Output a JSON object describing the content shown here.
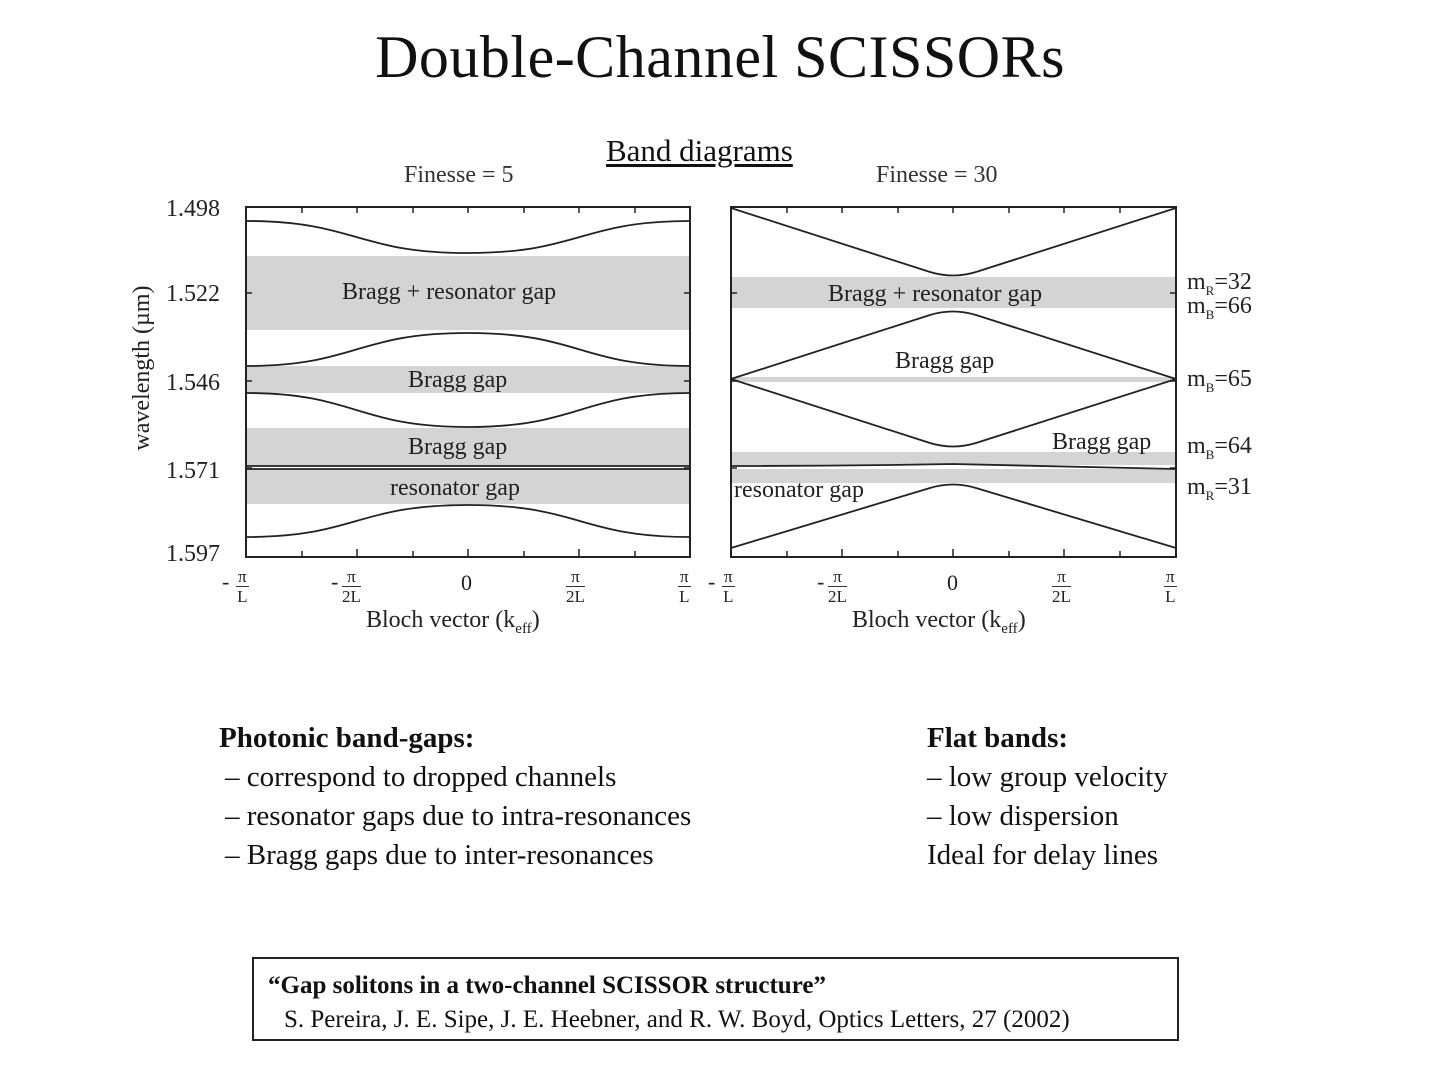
{
  "slide": {
    "title": "Double-Channel SCISSORs",
    "subtitle": "Band diagrams"
  },
  "panels": {
    "left": {
      "title": "Finesse = 5",
      "gap_labels": [
        "Bragg + resonator gap",
        "Bragg gap",
        "Bragg gap",
        "resonator gap"
      ]
    },
    "right": {
      "title": "Finesse = 30",
      "gap_labels": [
        "Bragg + resonator gap",
        "Bragg gap",
        "Bragg gap",
        "resonator gap"
      ],
      "m_labels": [
        {
          "base": "m",
          "sub": "R",
          "rest": "=32"
        },
        {
          "base": "m",
          "sub": "B",
          "rest": "=66"
        },
        {
          "base": "m",
          "sub": "B",
          "rest": "=65"
        },
        {
          "base": "m",
          "sub": "B",
          "rest": "=64"
        },
        {
          "base": "m",
          "sub": "R",
          "rest": "=31"
        }
      ]
    }
  },
  "axes": {
    "ylabel": "wavelength (µm)",
    "yticks": [
      "1.498",
      "1.522",
      "1.546",
      "1.571",
      "1.597"
    ],
    "xlabel_main": "Bloch vector (k",
    "xlabel_sub": "eff",
    "xlabel_end": ")",
    "xtick_zero": "0",
    "xtick_num": "π",
    "xtick_den_L": "L",
    "xtick_den_2L": "2L",
    "xtick_minus": "-"
  },
  "chart_data": {
    "type": "band-diagram",
    "y_unit": "µm",
    "ylim": [
      1.498,
      1.597
    ],
    "y_inverted": true,
    "x_range": [
      "-π/L",
      "π/L"
    ],
    "panels": [
      {
        "name": "Finesse = 5",
        "gaps": [
          {
            "label": "Bragg + resonator gap",
            "range": [
              1.512,
              1.532
            ]
          },
          {
            "label": "Bragg gap",
            "range": [
              1.542,
              1.549
            ]
          },
          {
            "label": "Bragg gap",
            "range": [
              1.559,
              1.57
            ]
          },
          {
            "label": "resonator gap",
            "range": [
              1.571,
              1.581
            ]
          }
        ]
      },
      {
        "name": "Finesse = 30",
        "gaps": [
          {
            "label": "Bragg + resonator gap",
            "range": [
              1.518,
              1.526
            ]
          },
          {
            "label": "Bragg gap",
            "range": [
              1.545,
              1.546
            ]
          },
          {
            "label": "Bragg gap",
            "range": [
              1.566,
              1.57
            ]
          },
          {
            "label": "resonator gap",
            "range": [
              1.571,
              1.575
            ]
          }
        ]
      }
    ]
  },
  "notes": {
    "left": {
      "heading": "Photonic band-gaps:",
      "items": [
        "– correspond to dropped channels",
        "– resonator gaps due to intra-resonances",
        "– Bragg gaps due to inter-resonances"
      ]
    },
    "right": {
      "heading": "Flat bands:",
      "items": [
        "– low group velocity",
        "– low dispersion",
        "Ideal for delay lines"
      ]
    }
  },
  "reference": {
    "title": "“Gap solitons in a two-channel SCISSOR structure”",
    "authors": "S. Pereira, J. E. Sipe, J. E. Heebner, and R. W. Boyd, Optics Letters, 27 (2002)"
  },
  "colors": {
    "gap_fill": "#d4d4d4",
    "line": "#222222"
  }
}
